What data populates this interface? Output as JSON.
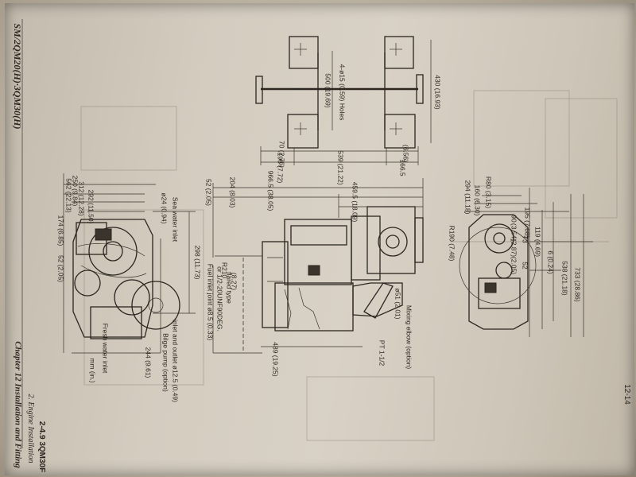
{
  "header": {
    "chapter": "Chapter 12 Installation and Fitting",
    "section": "2. Engine Installation",
    "model": "SM/2QM20(H)·3QM30(H)",
    "figure": "2-4.9 3QM30F",
    "page_number": "12-14",
    "units": "mm (in.)"
  },
  "top_view": {
    "holes": "4-ø15 (0.59) Holes",
    "d_500": "500 (19.69)",
    "d_430": "430 (16.93)",
    "d_70": "70 (2.76)",
    "d_196": "196 (7.72)",
    "d_539": "539 (21.22)",
    "d_166": "166.5",
    "d_656": "(6.56)"
  },
  "front_view": {
    "d_562": "562 (22.13)",
    "d_312": "312 (12.28)",
    "d_250": "250 (9.84)",
    "d_292": "292 (11.50)",
    "d_174": "174 (6.85)",
    "d_52": "52 (2.05)",
    "d_244": "244 (9.61)",
    "sea_water_inlet": "Sea water inlet",
    "sea_water_dia": "ø24 (0.94)",
    "fresh_water_inlet": "Fresh water inlet",
    "bilge_1": "Bilge pump (option)",
    "bilge_2": "inlet and outlet ø12.5 (0.49)"
  },
  "side_view": {
    "d_52": "52 (2.05)",
    "d_204": "204 (8.03)",
    "d_966": "966.5 (38.05)",
    "d_459": "459.5 (18.09)",
    "d_298": "298 (11.73)",
    "r_210": "R210",
    "d_827": "(8.27)",
    "d_489": "489 (19.25)",
    "pt": "PT 1-1/2",
    "d_51": "ø51 (2.01)",
    "mixing_elbow": "Mixing elbow (option)",
    "fuel_1": "Fuel inlet joint ø8.5 (0.33)",
    "fuel_2": "or 1/2-20UNF90DEG.",
    "fuel_3": "flared type"
  },
  "rear_view": {
    "d_294": "294 (11.18)",
    "d_160": "160 (6.30)",
    "r_80": "R80 (3.15)",
    "d_195": "195 (7.68)",
    "d_90": "90",
    "d_354": "(3.54)",
    "d_73": "73",
    "d_287": "(2.87)",
    "d_119": "119 (4.69)",
    "d_6": "6 (0.24)",
    "d_52r": "52",
    "d_205": "(2.05)",
    "r_190": "R190 (7.48)",
    "d_733": "733 (28.86)",
    "d_538": "538 (21.18)"
  }
}
